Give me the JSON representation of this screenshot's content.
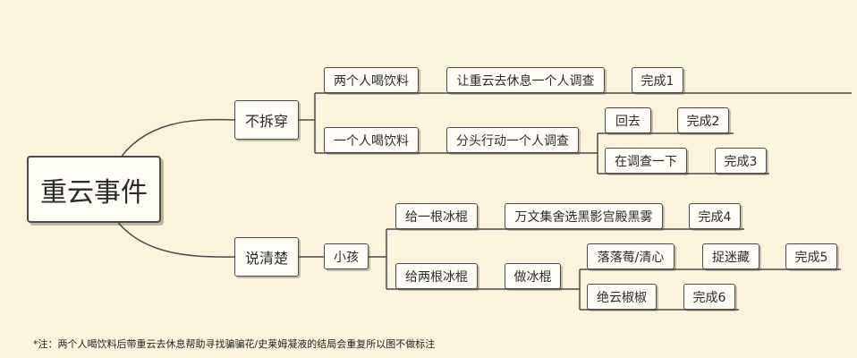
{
  "diagram": {
    "root": "重云事件",
    "branch_a": {
      "label": "不拆穿",
      "path1": {
        "node1": "两个人喝饮料",
        "node2": "让重云去休息一个人调查",
        "result": "完成1"
      },
      "path2": {
        "node1": "一个人喝饮料",
        "node2": "分头行动一个人调查",
        "sub1": {
          "node": "回去",
          "result": "完成2"
        },
        "sub2": {
          "node": "在调查一下",
          "result": "完成3"
        }
      }
    },
    "branch_b": {
      "label": "说清楚",
      "child": "小孩",
      "path1": {
        "node1": "给一根冰棍",
        "node2": "万文集舍选黑影宫殿黑雾",
        "result": "完成4"
      },
      "path2": {
        "node1": "给两根冰棍",
        "node2": "做冰棍",
        "sub1": {
          "node": "落落莓/清心",
          "node2": "捉迷藏",
          "result": "完成5"
        },
        "sub2": {
          "node": "绝云椒椒",
          "result": "完成6"
        }
      }
    },
    "footnote": "*注：两个人喝饮料后带重云去休息帮助寻找骗骗花/史莱姆凝液的结局会重复所以图不做标注"
  }
}
